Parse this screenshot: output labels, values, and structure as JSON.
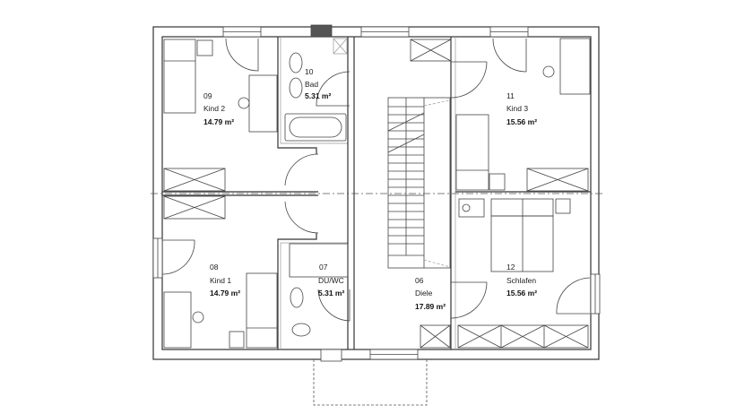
{
  "rooms": [
    {
      "number": "09",
      "name": "Kind 2",
      "area": "14.79 m²"
    },
    {
      "number": "10",
      "name": "Bad",
      "area": "5.31 m²"
    },
    {
      "number": "11",
      "name": "Kind 3",
      "area": "15.56 m²"
    },
    {
      "number": "08",
      "name": "Kind 1",
      "area": "14.79 m²"
    },
    {
      "number": "07",
      "name": "DU/WC",
      "area": "5.31 m²"
    },
    {
      "number": "06",
      "name": "Diele",
      "area": "17.89 m²"
    },
    {
      "number": "12",
      "name": "Schlafen",
      "area": "15.56 m²"
    }
  ]
}
